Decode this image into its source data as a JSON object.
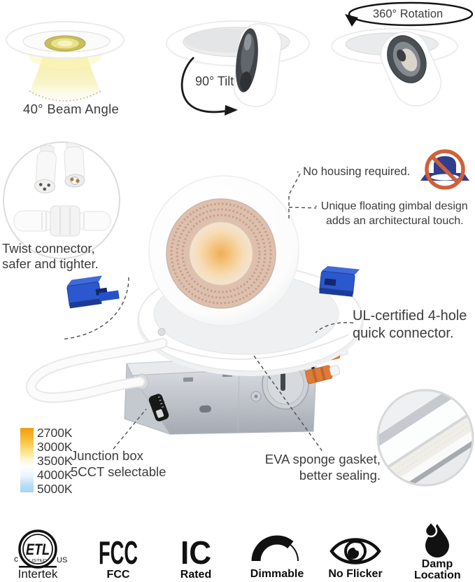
{
  "features_top": {
    "beam_angle": "40° Beam Angle",
    "tilt": "90° Tilt",
    "rotation": "360° Rotation"
  },
  "callouts": {
    "twist_connector": {
      "line1": "Twist connector,",
      "line2": "safer and tighter."
    },
    "no_housing": "· No housing required.",
    "gimbal_design": {
      "line1": "· Unique floating gimbal design",
      "line2": "adds an architectural touch."
    },
    "quick_connector": {
      "line1": "UL-certified 4-hole",
      "line2": "quick connector."
    },
    "gasket": {
      "line1": "EVA sponge gasket,",
      "line2": "better sealing."
    },
    "junction_box": {
      "line1": "Junction box",
      "line2": "5CCT selectable"
    }
  },
  "cct_selector": {
    "labels": [
      "2700K",
      "3000K",
      "3500K",
      "4000K",
      "5000K"
    ],
    "gradient_colors": [
      "#f09c13",
      "#f7bf35",
      "#fce58c",
      "#ffffff",
      "#a3d4f6"
    ]
  },
  "certifications": {
    "etl": {
      "glyph": "ETL",
      "listed": "LISTED",
      "c": "c",
      "us": "US",
      "label": "Intertek"
    },
    "fcc": {
      "glyph": "FCC",
      "label": "FCC"
    },
    "ic": {
      "glyph": "IC",
      "label": "Rated"
    },
    "dimmable": {
      "label": "Dimmable"
    },
    "no_flicker": {
      "label": "No Flicker"
    },
    "damp_location": {
      "label1": "Damp",
      "label2": "Location"
    }
  },
  "colors": {
    "text": "#3d3d3d",
    "clip_blue": "#2b58cf",
    "connector_orange": "#dd7b39",
    "prohibition_orange": "#d0603a",
    "housing_navy": "#2f3e8e",
    "led_warm": "#f0ae55"
  }
}
